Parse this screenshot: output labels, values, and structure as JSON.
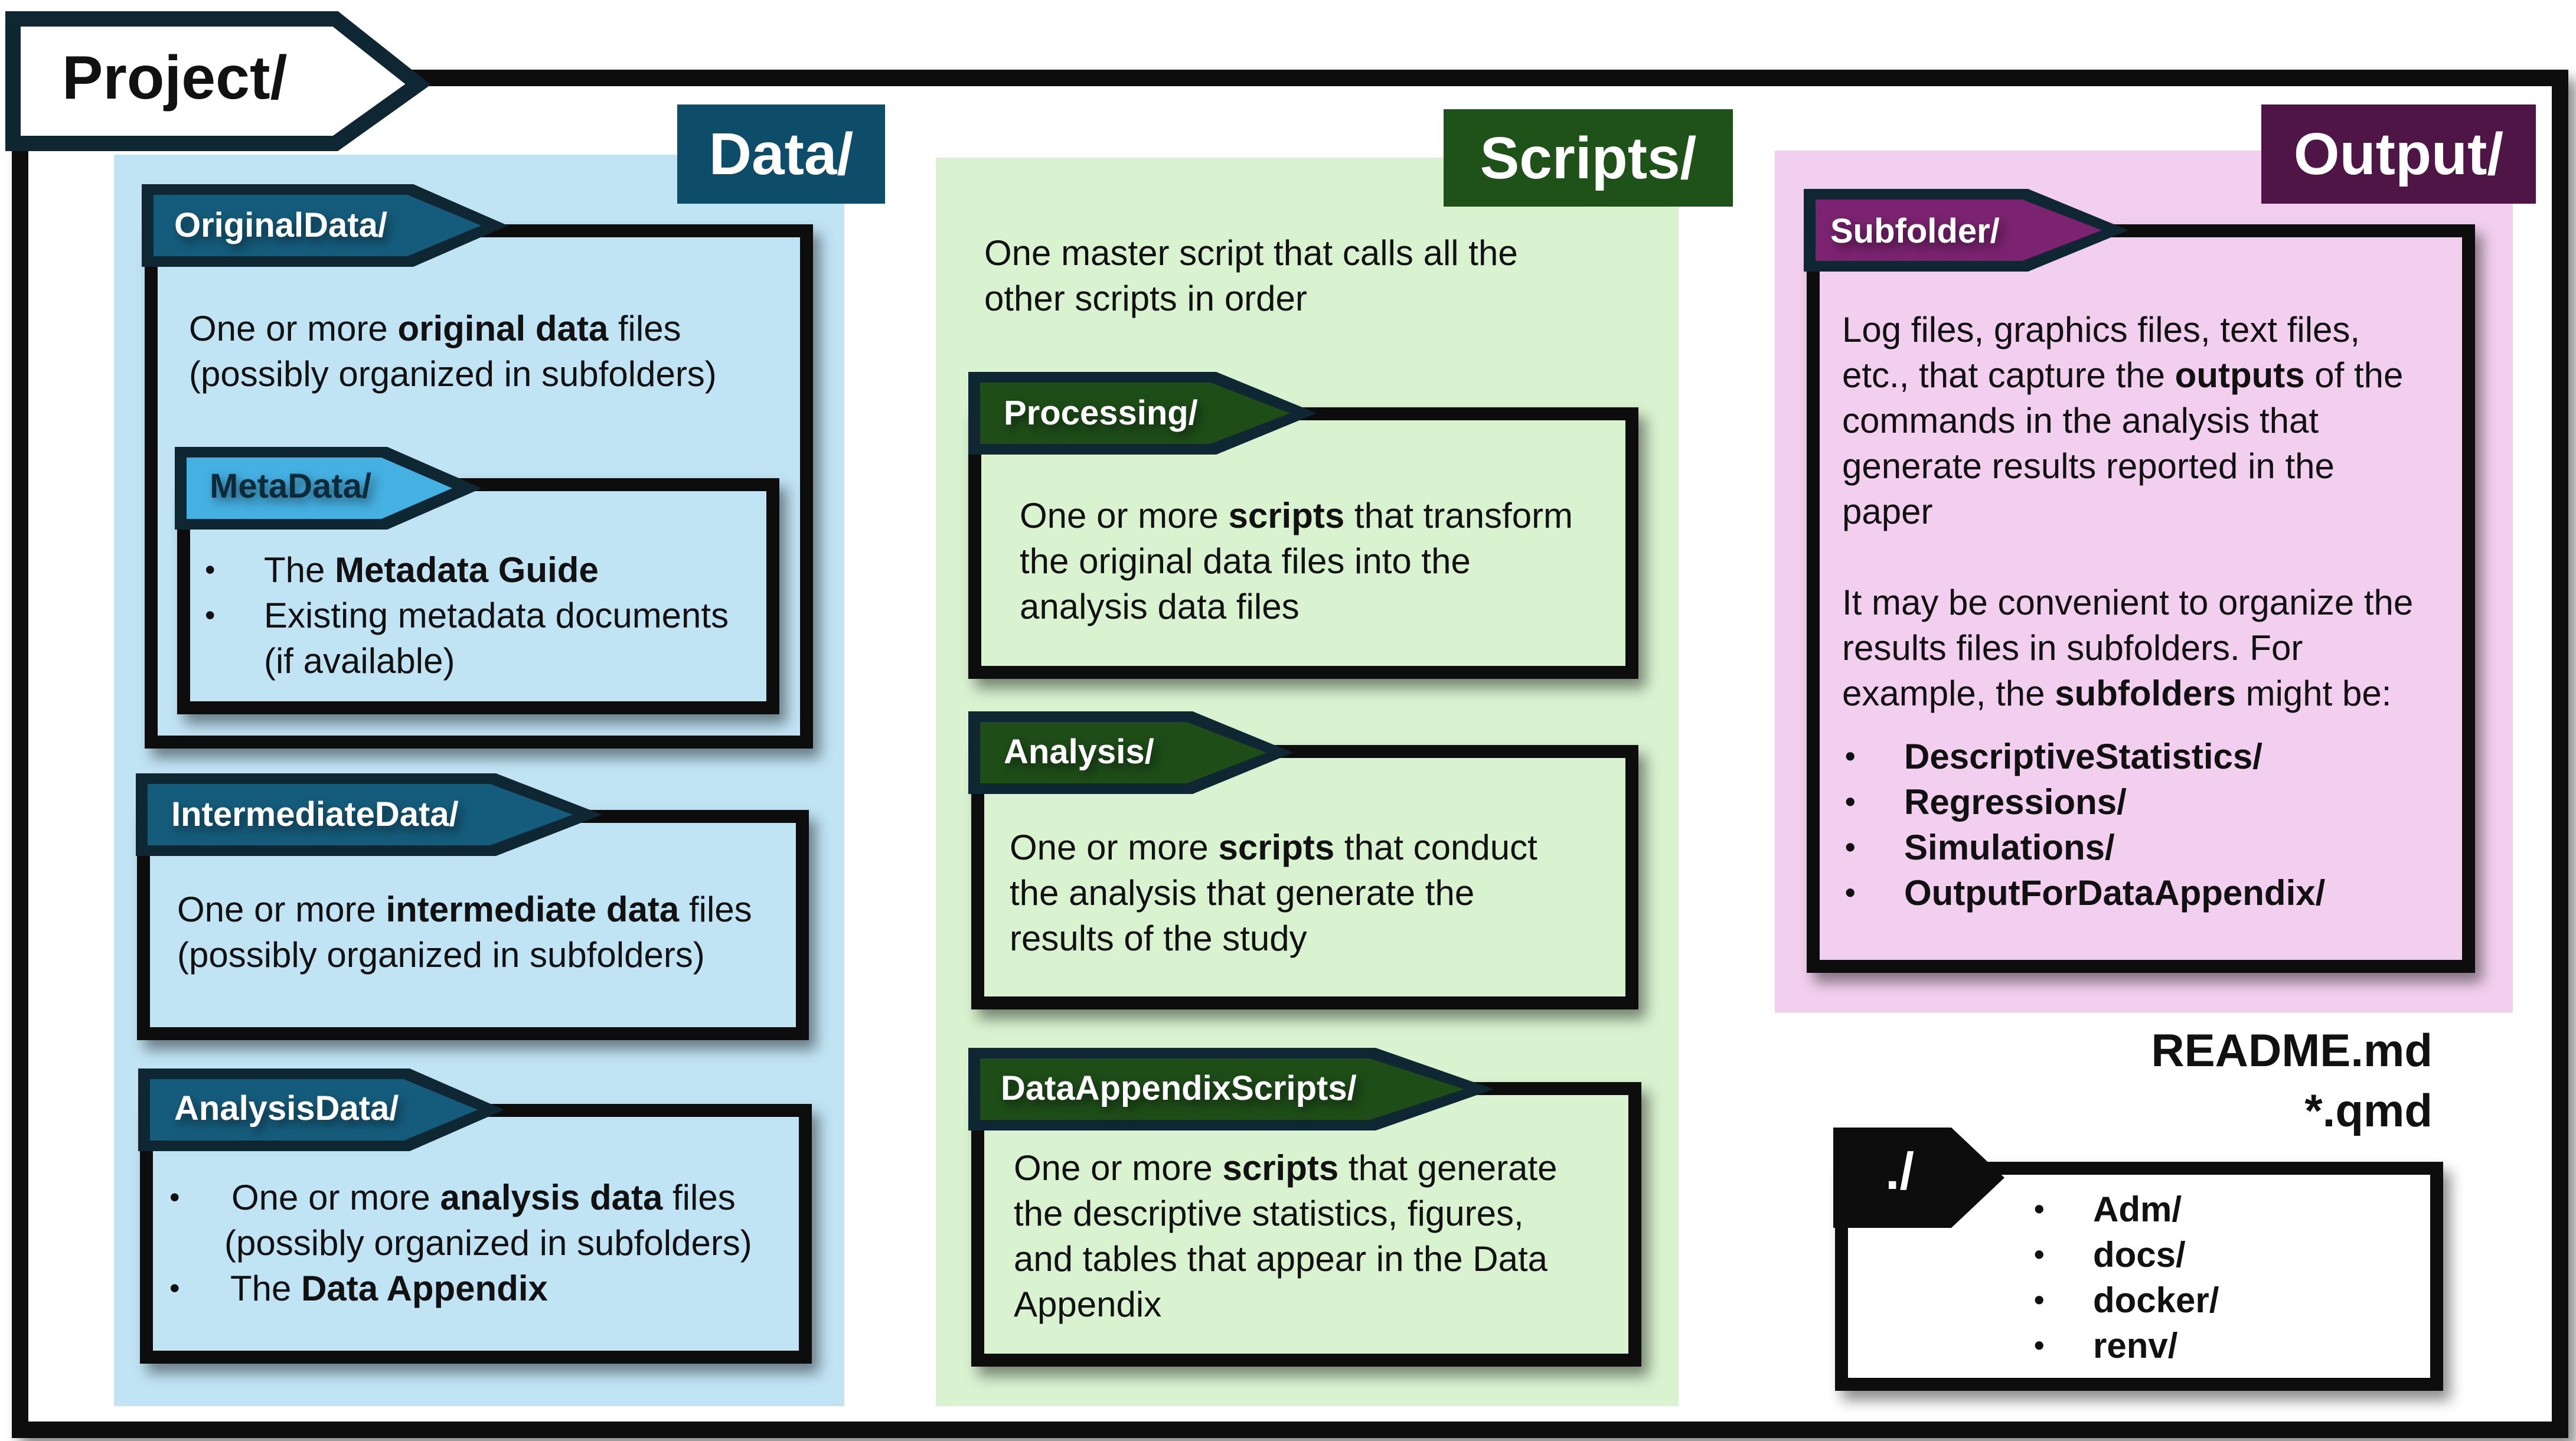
{
  "project": {
    "label": "Project/"
  },
  "colors": {
    "data_bg": "#c1e4f5",
    "data_title": "#0e4d6a",
    "data_tab_dark": "#155c7c",
    "data_tab_light": "#45b0e2",
    "scripts_bg": "#d9f2d0",
    "scripts_title": "#1f5218",
    "scripts_tab": "#1e4d18",
    "output_bg": "#f2cfee",
    "output_title": "#4f1546",
    "output_tab": "#7b2370",
    "frame": "#0d0d0d"
  },
  "data": {
    "title": "Data/",
    "original": {
      "tab": "OriginalData/",
      "pre": "One or more ",
      "bold": "original data",
      "post": " files",
      "line2": "(possibly organized in subfolders)",
      "metadata": {
        "tab": "MetaData/",
        "item1_pre": "The ",
        "item1_bold": "Metadata Guide",
        "item2": "Existing metadata documents",
        "item2_cont": "(if available)"
      }
    },
    "intermediate": {
      "tab": "IntermediateData/",
      "pre": "One or more ",
      "bold": "intermediate data",
      "post": " files",
      "line2": "(possibly organized in subfolders)"
    },
    "analysis": {
      "tab": "AnalysisData/",
      "item1_pre": "One or more ",
      "item1_bold": "analysis data",
      "item1_post": " files",
      "item1_cont": "(possibly organized in subfolders)",
      "item2_pre": "The ",
      "item2_bold": "Data Appendix"
    }
  },
  "scripts": {
    "title": "Scripts/",
    "master_line1": "One master script that calls all the",
    "master_line2": "other scripts in order",
    "processing": {
      "tab": "Processing/",
      "pre": "One or more ",
      "bold": "scripts",
      "post": " that transform",
      "line2": "the original data files into the",
      "line3": "analysis data files"
    },
    "analysis": {
      "tab": "Analysis/",
      "pre": "One or more ",
      "bold": "scripts",
      "post": " that conduct",
      "line2": "the analysis that generate the",
      "line3": "results of the study"
    },
    "appendix": {
      "tab": "DataAppendixScripts/",
      "pre": "One or more ",
      "bold": "scripts",
      "post": " that generate",
      "line2": "the descriptive statistics, figures,",
      "line3": "and tables that appear in the Data",
      "line4": "Appendix"
    }
  },
  "output": {
    "title": "Output/",
    "subfolder": {
      "tab": "Subfolder/",
      "p1_line1": "Log files, graphics files, text files,",
      "p1_line2_pre": "etc., that capture the ",
      "p1_line2_bold": "outputs",
      "p1_line2_post": " of the",
      "p1_line3": "commands in the analysis that",
      "p1_line4": "generate results reported in the",
      "p1_line5": "paper",
      "p2_line1": "It may be convenient to organize the",
      "p2_line2": "results files in subfolders. For",
      "p2_line3_pre": "example, the ",
      "p2_line3_bold": "subfolders",
      "p2_line3_post": " might be:",
      "items": [
        "DescriptiveStatistics/",
        "Regressions/",
        "Simulations/",
        "OutputForDataAppendix/"
      ]
    }
  },
  "root": {
    "readme": "README.md",
    "qmd": "*.qmd",
    "tab": "./",
    "items": [
      "Adm/",
      "docs/",
      "docker/",
      "renv/"
    ]
  },
  "bullet": "•"
}
